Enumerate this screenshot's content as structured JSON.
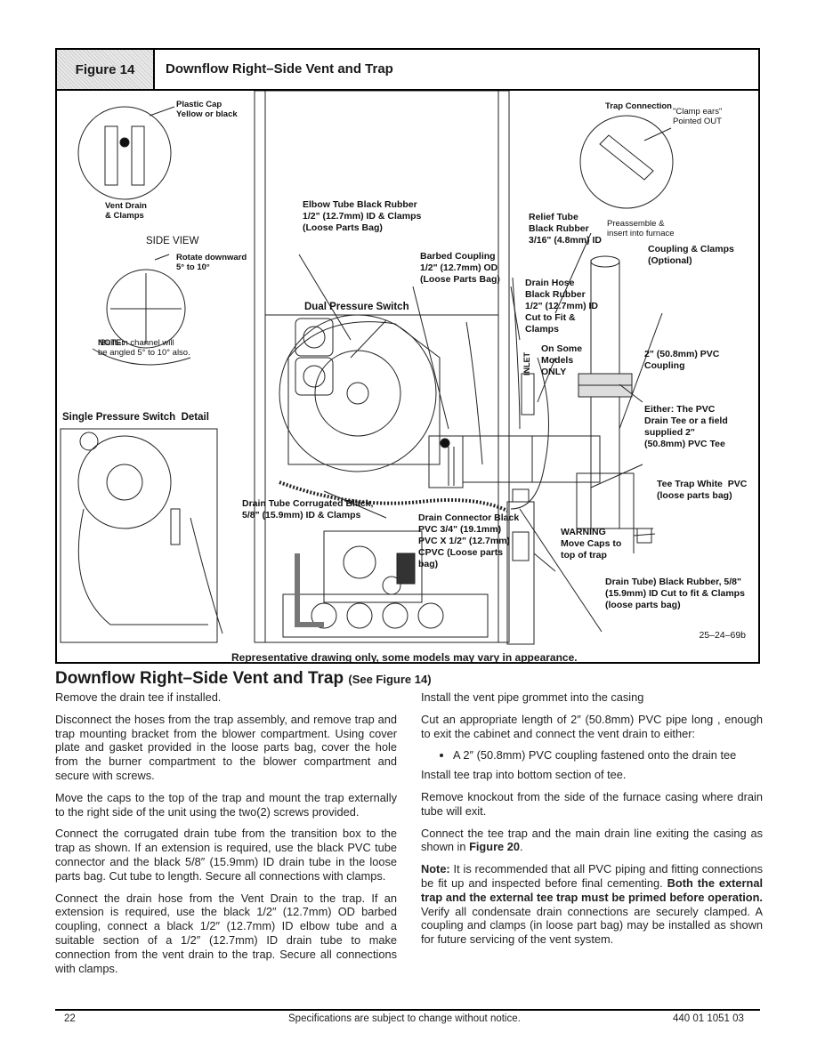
{
  "figure": {
    "tab_label": "Figure 14",
    "title": "Downflow Right–Side Vent and Trap",
    "caption": "Representative drawing only, some models may vary in appearance.",
    "code": "25–24–69b",
    "labels": {
      "plastic_cap": "Plastic Cap\nYellow or black",
      "vent_drain": "Vent Drain\n& Clamps",
      "side_view": "SIDE VIEW",
      "rotate": "Rotate downward\n5° to 10°",
      "note_prefix": "NOTE:",
      "note": " Built–in channel will\nbe angled 5° to 10° also.",
      "single_ps": "Single Pressure Switch  Detail",
      "elbow_tube": "Elbow Tube Black Rubber\n1/2\" (12.7mm) ID & Clamps\n(Loose Parts Bag)",
      "barbed_coupling": "Barbed Coupling\n1/2\" (12.7mm) OD\n(Loose Parts Bag)",
      "dual_ps": "Dual Pressure Switch",
      "trap_connection": "Trap Connection",
      "clamp_ears": "\"Clamp ears\"\nPointed OUT",
      "relief_tube": "Relief Tube\nBlack Rubber\n3/16\" (4.8mm) ID",
      "preassemble": "Preassemble &\ninsert into furnace",
      "coupling_clamps": "Coupling & Clamps\n(Optional)",
      "drain_hose": "Drain Hose\nBlack Rubber\n1/2\" (12.7mm) ID\nCut to Fit &\nClamps",
      "on_some": "On Some\nModels\nONLY",
      "inlet": "INLET",
      "pvc_coupling": "2\" (50.8mm) PVC\nCoupling",
      "either": "Either: The PVC\nDrain Tee or a field\nsupplied 2\"\n(50.8mm) PVC Tee",
      "tee_trap": "Tee Trap White  PVC\n(loose parts bag)",
      "drain_corrugated": "Drain Tube Corrugated Black,\n5/8\" (15.9mm) ID & Clamps",
      "drain_connector": "Drain Connector Black\nPVC 3/4\" (19.1mm)\nPVC X 1/2\" (12.7mm)\nCPVC (Loose parts\nbag)",
      "warning": "WARNING\nMove Caps to\ntop of trap",
      "drain_tube_rubber": "Drain Tube) Black Rubber, 5/8\"\n(15.9mm) ID Cut to fit & Clamps\n(loose parts bag)"
    }
  },
  "section": {
    "heading": "Downflow Right–Side Vent and Trap",
    "ref": "(See Figure 14)"
  },
  "left_col": [
    "Remove the drain tee if installed.",
    "Disconnect the hoses from the trap assembly, and remove trap and trap mounting bracket from the blower compartment.  Using cover plate and gasket provided in the loose parts bag, cover the hole from the burner compartment to the blower compartment and secure with screws.",
    "Move the caps to the top of the trap and mount the trap externally to the right side of the unit using the two(2) screws provided.",
    "Connect the corrugated drain tube from the transition box to the trap as shown.  If an extension is required, use the black PVC tube connector and the black 5/8″ (15.9mm) ID drain tube in the loose parts bag.  Cut tube to length.  Secure all connections with clamps.",
    "Connect the drain hose from the Vent Drain to the trap. If an extension is required, use the black 1/2″ (12.7mm) OD barbed coupling, connect a black 1/2″ (12.7mm) ID elbow tube and a suitable section of a 1/2″ (12.7mm) ID drain tube to make connection from the vent drain to the trap. Secure all connections with clamps."
  ],
  "right_col": {
    "p1": "Install the vent pipe grommet into the casing",
    "p2": "Cut an appropriate length of 2″ (50.8mm) PVC pipe long , enough to exit the cabinet and connect the vent drain to either:",
    "bullet": "A 2″ (50.8mm) PVC coupling fastened onto the drain tee",
    "p3": "Install tee trap into bottom section of tee.",
    "p4": "Remove knockout from the side of the furnace casing where drain tube will exit.",
    "p5_pre": "Connect the tee trap and the main drain line exiting the casing as shown in ",
    "p5_ref": "Figure 20",
    "p5_post": ".",
    "note_label": "Note:",
    "note_a": "  It is recommended that all PVC piping and fitting connections be fit up and inspected before final cementing. ",
    "note_bold": "Both the external trap and the external tee trap must be primed before operation.",
    "note_b": "  Verify all condensate drain connections are securely clamped. A coupling and clamps (in loose part bag) may be installed as shown for future servicing of the vent system."
  },
  "footer": {
    "page": "22",
    "center": "Specifications are subject to change without notice.",
    "doc": "440 01 1051 03"
  }
}
